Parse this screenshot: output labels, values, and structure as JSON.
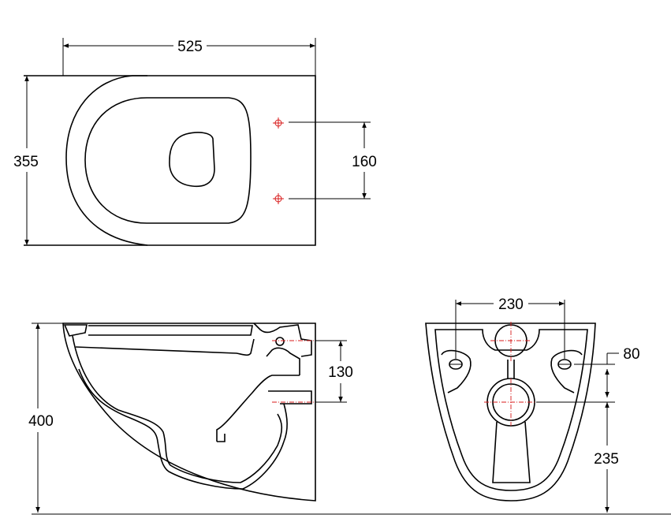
{
  "dimensions": {
    "top_width": "525",
    "top_depth": "355",
    "fixing_spacing": "160",
    "side_height": "400",
    "outlet_spacing": "130",
    "rear_fixing_width": "230",
    "rear_fixing_offset": "80",
    "rear_outlet_height": "235"
  },
  "colors": {
    "line": "#000000",
    "centerline": "#d81b1b"
  }
}
